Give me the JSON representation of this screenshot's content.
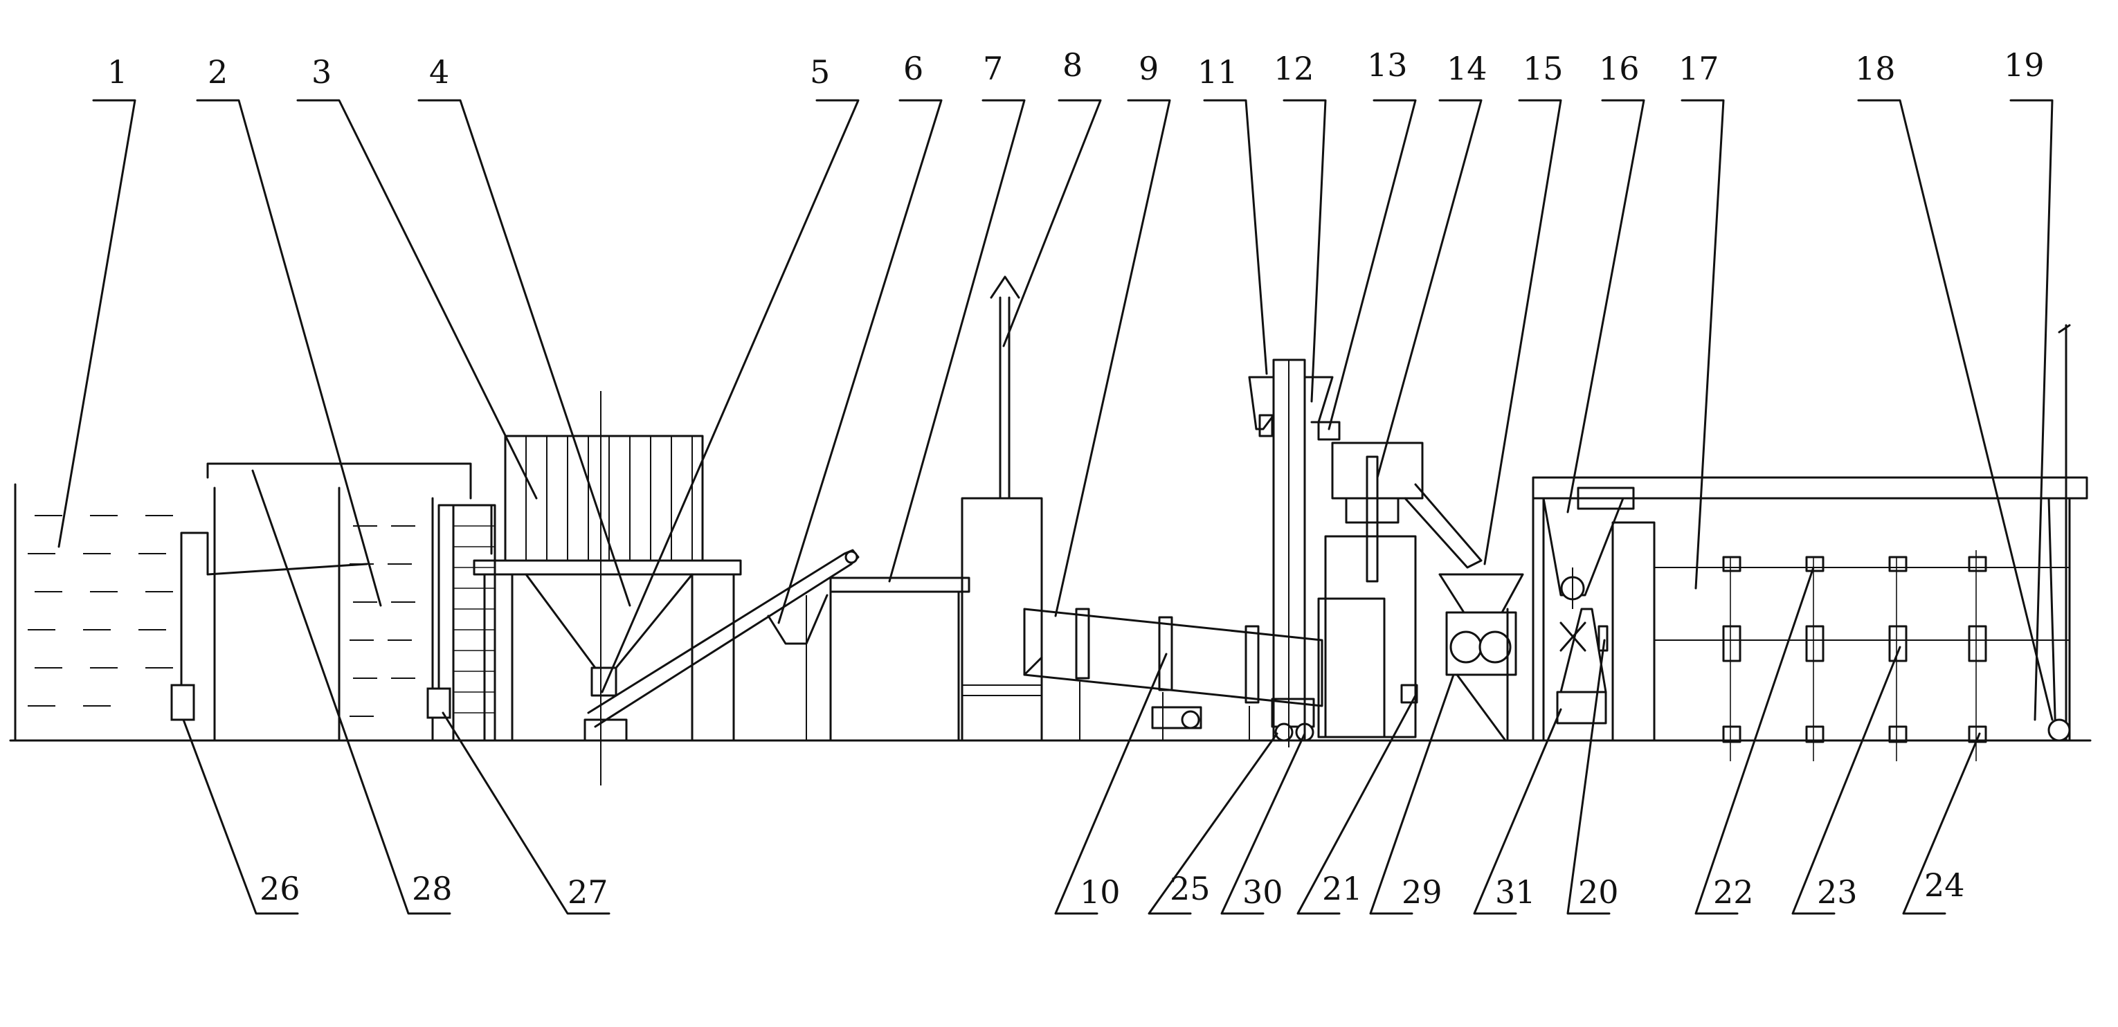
{
  "diagram": {
    "callouts_top": [
      "1",
      "2",
      "3",
      "4",
      "5",
      "6",
      "7",
      "8",
      "9",
      "11",
      "12",
      "13",
      "14",
      "15",
      "16",
      "17",
      "18",
      "19"
    ],
    "callouts_bottom": [
      "26",
      "28",
      "27",
      "10",
      "25",
      "30",
      "21",
      "29",
      "31",
      "20",
      "22",
      "23",
      "24"
    ]
  }
}
